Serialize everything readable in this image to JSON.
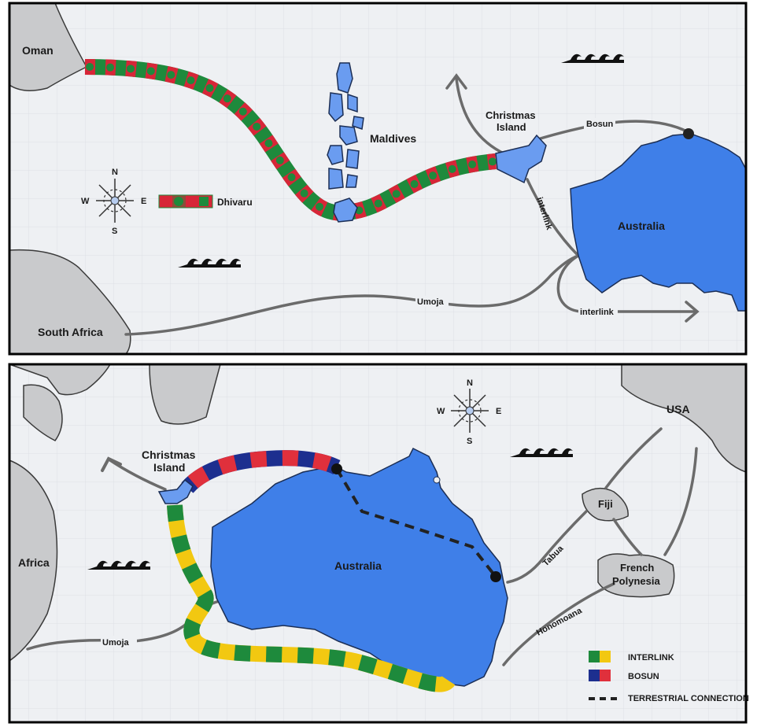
{
  "top_map": {
    "labels": {
      "oman": "Oman",
      "south_africa": "South Africa",
      "maldives": "Maldives",
      "christmas_island_1": "Christmas",
      "christmas_island_2": "Island",
      "australia": "Australia"
    },
    "cables": {
      "dhivaru": "Dhivaru",
      "bosun": "Bosun",
      "interlink_1": "interlink",
      "interlink_2": "interlink",
      "umoja": "Umoja"
    },
    "compass": {
      "n": "N",
      "s": "S",
      "e": "E",
      "w": "W"
    }
  },
  "bottom_map": {
    "labels": {
      "christmas_island_1": "Christmas",
      "christmas_island_2": "Island",
      "australia": "Australia",
      "africa": "Africa",
      "usa": "USA",
      "fiji": "Fiji",
      "french_polynesia_1": "French",
      "french_polynesia_2": "Polynesia"
    },
    "cables": {
      "umoja": "Umoja",
      "tabua": "Tabua",
      "honomoana": "Honomoana"
    },
    "compass": {
      "n": "N",
      "s": "S",
      "e": "E",
      "w": "W"
    },
    "legend": [
      {
        "label": "INTERLINK"
      },
      {
        "label": "BOSUN"
      },
      {
        "label": "TERRESTRIAL CONNECTION"
      }
    ]
  },
  "colors": {
    "ocean": "#eef0f3",
    "land": "#c9cacc",
    "australia": "#3f7fe8",
    "dhivaru_red": "#d72638",
    "dhivaru_green": "#1e8a3c",
    "interlink_green": "#1e8a3c",
    "interlink_yellow": "#f2c811",
    "bosun_blue": "#1d2f8f",
    "bosun_red": "#e0303c"
  }
}
